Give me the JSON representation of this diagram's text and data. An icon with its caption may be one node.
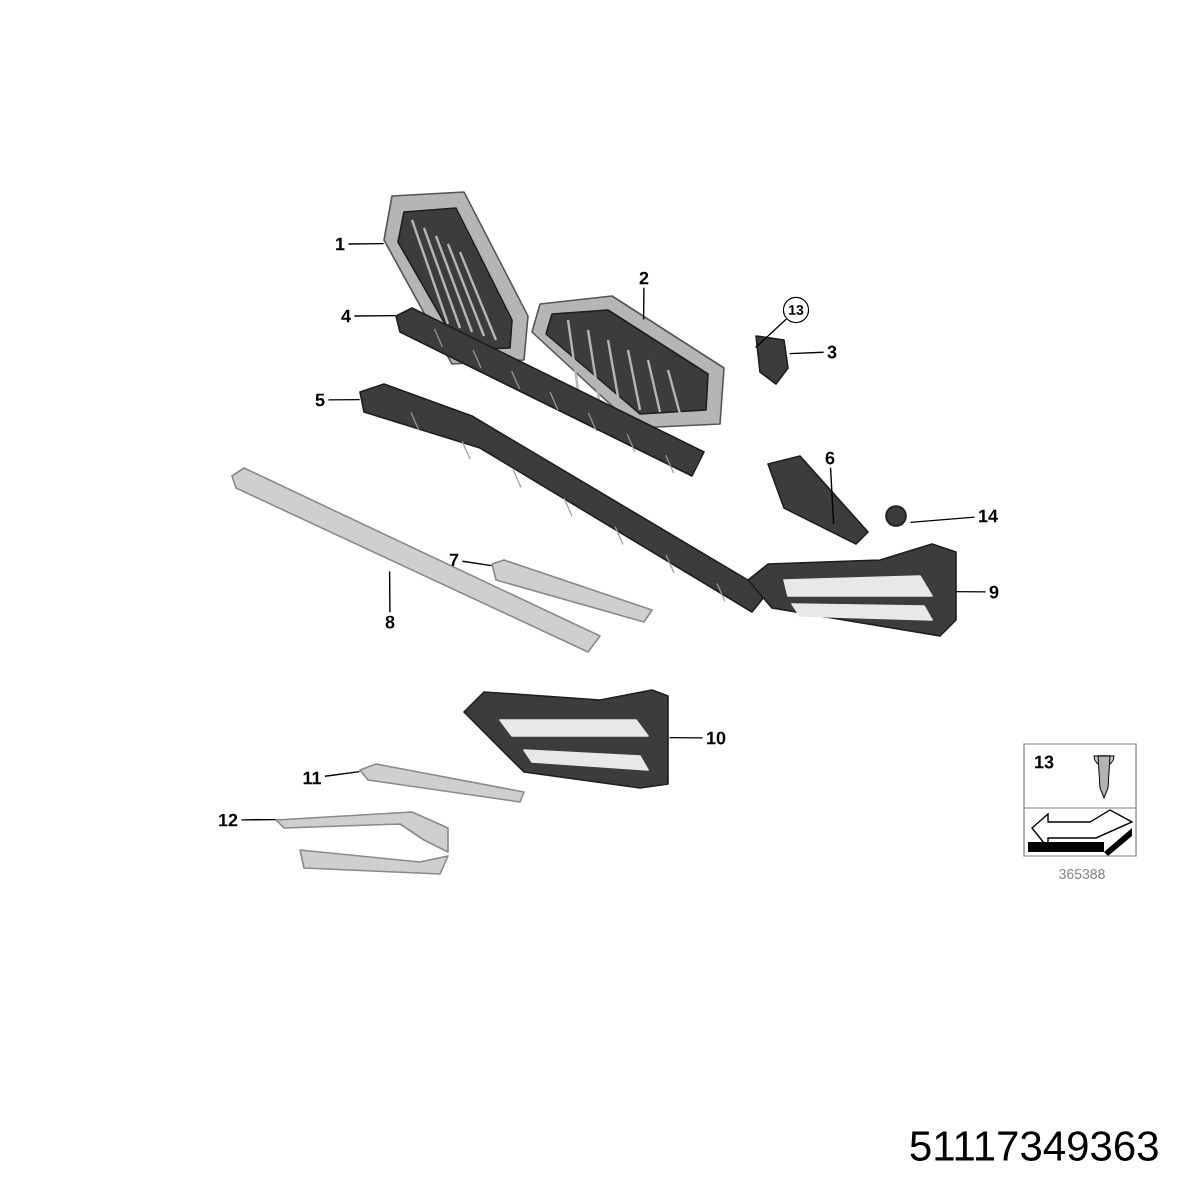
{
  "diagram": {
    "nodes": [
      {
        "text": [
          "1"
        ]
      },
      {
        "text": [],
        "shape": "picture"
      },
      {
        "text": [
          "2"
        ]
      },
      {
        "text": [],
        "shape": "picture"
      },
      {
        "text": [
          "13"
        ]
      },
      {
        "text": [
          "3"
        ]
      },
      {
        "text": [],
        "shape": "picture"
      },
      {
        "text": [
          "4"
        ]
      },
      {
        "text": [],
        "shape": "picture"
      },
      {
        "text": [
          "5"
        ]
      },
      {
        "text": [],
        "shape": "picture"
      },
      {
        "text": [
          "6"
        ]
      },
      {
        "text": [],
        "shape": "picture"
      },
      {
        "text": [
          "14"
        ]
      },
      {
        "text": [],
        "shape": "circle"
      },
      {
        "text": [
          "7"
        ]
      },
      {
        "text": [],
        "shape": "picture"
      },
      {
        "text": [
          "8"
        ]
      },
      {
        "text": [],
        "shape": "picture"
      },
      {
        "text": [
          "9"
        ]
      },
      {
        "text": [],
        "shape": "picture"
      },
      {
        "text": [
          "10"
        ]
      },
      {
        "text": [],
        "shape": "picture"
      },
      {
        "text": [
          "11"
        ]
      },
      {
        "text": [],
        "shape": "picture"
      },
      {
        "text": [
          "12"
        ]
      },
      {
        "text": [],
        "shape": "picture"
      }
    ],
    "edges": [
      {
        "from": 0,
        "to": 1,
        "arrow": "none"
      },
      {
        "from": 2,
        "to": 3,
        "arrow": "none"
      },
      {
        "from": 4,
        "to": 6,
        "arrow": "none"
      },
      {
        "from": 5,
        "to": 6,
        "arrow": "none"
      },
      {
        "from": 7,
        "to": 8,
        "arrow": "none"
      },
      {
        "from": 9,
        "to": 10,
        "arrow": "none"
      },
      {
        "from": 11,
        "to": 12,
        "arrow": "none"
      },
      {
        "from": 13,
        "to": 14,
        "arrow": "none"
      },
      {
        "from": 15,
        "to": 16,
        "arrow": "none"
      },
      {
        "from": 17,
        "to": 18,
        "arrow": "none"
      },
      {
        "from": 19,
        "to": 20,
        "arrow": "none"
      },
      {
        "from": 21,
        "to": 22,
        "arrow": "none"
      },
      {
        "from": 23,
        "to": 24,
        "arrow": "none"
      },
      {
        "from": 25,
        "to": 26,
        "arrow": "none"
      }
    ],
    "labels": [
      "13",
      "365388",
      "51117349363"
    ]
  }
}
